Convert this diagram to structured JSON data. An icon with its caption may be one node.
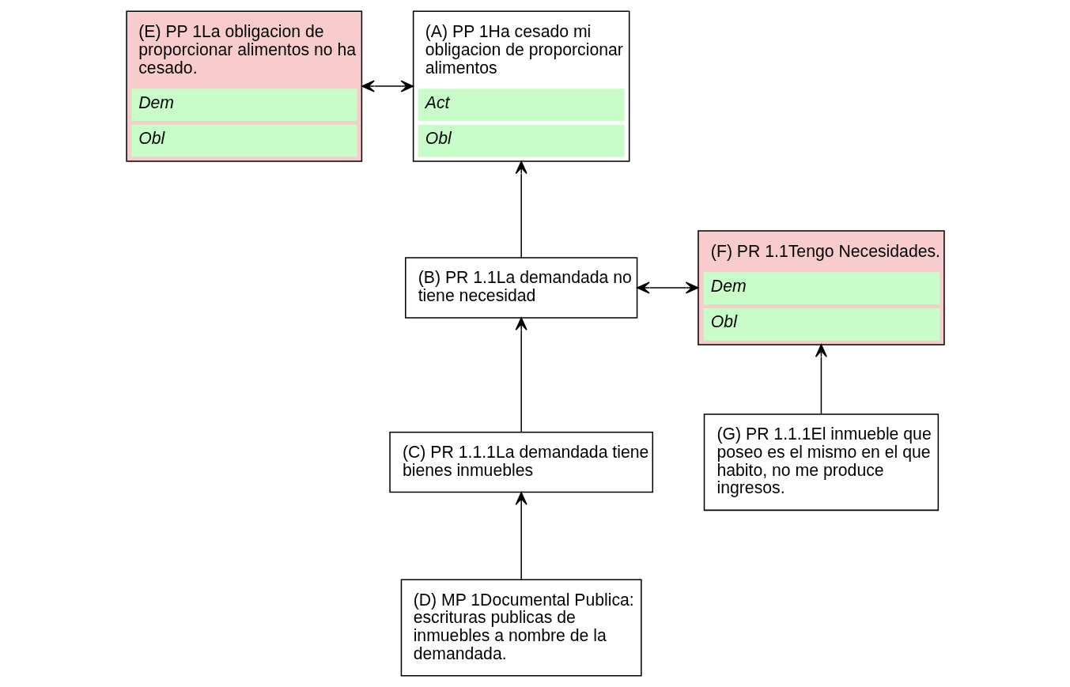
{
  "diagram": {
    "nodes": [
      {
        "text": [
          "(E) PP 1La obligacion de proporcionar alimentos no ha cesado.",
          "Dem",
          "Obl"
        ]
      },
      {
        "text": [
          "(A) PP 1Ha cesado mi obligacion de proporcionar alimentos",
          "Act",
          "Obl"
        ]
      },
      {
        "text": [
          "(F) PR 1.1Tengo Necesidades.",
          "Dem",
          "Obl"
        ]
      },
      {
        "text": [
          "(B) PR 1.1La demandada no tiene necesidad"
        ]
      },
      {
        "text": [
          "(G) PR 1.1.1El inmueble que poseo es el mismo en el que habito, no me produce ingresos."
        ]
      },
      {
        "text": [
          "(C) PR 1.1.1La demandada tiene bienes inmuebles"
        ]
      },
      {
        "text": [
          "(D) MP 1Documental Publica: escrituras publicas de inmuebles a nombre de la demandada."
        ]
      }
    ],
    "edges": [
      {
        "from": 0,
        "to": 1,
        "arrow": "both"
      },
      {
        "from": 3,
        "to": 1,
        "arrow": "to"
      },
      {
        "from": 2,
        "to": 3,
        "arrow": "both"
      },
      {
        "from": 4,
        "to": 2,
        "arrow": "to"
      },
      {
        "from": 5,
        "to": 3,
        "arrow": "to"
      },
      {
        "from": 6,
        "to": 5,
        "arrow": "to"
      }
    ]
  }
}
